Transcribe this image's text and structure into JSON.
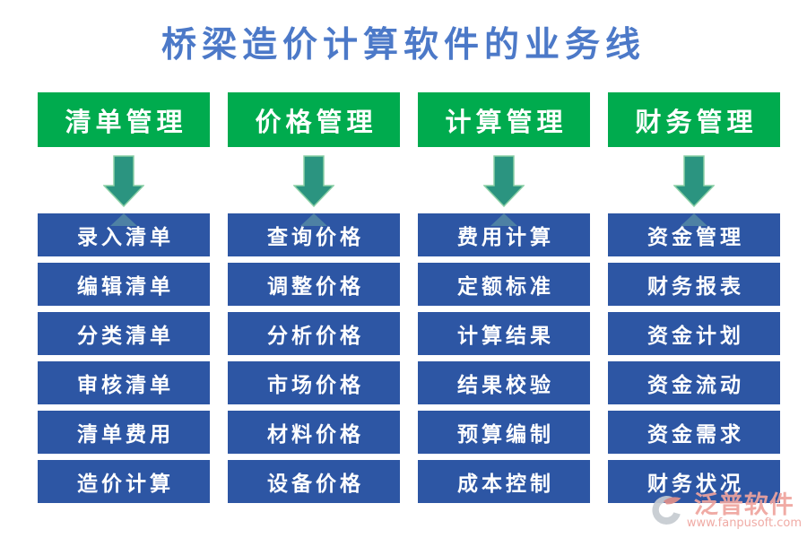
{
  "title": "桥梁造价计算软件的业务线",
  "columns": [
    {
      "header": "清单管理",
      "items": [
        "录入清单",
        "编辑清单",
        "分类清单",
        "审核清单",
        "清单费用",
        "造价计算"
      ]
    },
    {
      "header": "价格管理",
      "items": [
        "查询价格",
        "调整价格",
        "分析价格",
        "市场价格",
        "材料价格",
        "设备价格"
      ]
    },
    {
      "header": "计算管理",
      "items": [
        "费用计算",
        "定额标准",
        "计算结果",
        "结果校验",
        "预算编制",
        "成本控制"
      ]
    },
    {
      "header": "财务管理",
      "items": [
        "资金管理",
        "财务报表",
        "资金计划",
        "资金流动",
        "资金需求",
        "财务状况"
      ]
    }
  ],
  "watermark": {
    "brand": "泛普软件",
    "url": "www.fanpusoft.com"
  },
  "colors": {
    "title_blue": "#4C79C8",
    "header_green": "#00AB4E",
    "item_blue": "#2D56A4",
    "arrow_teal": "#2B9480",
    "arrow_edge": "#8CD0A6",
    "watermark_pink": "#EFA49E",
    "watermark_grey": "#C6CBD1"
  }
}
